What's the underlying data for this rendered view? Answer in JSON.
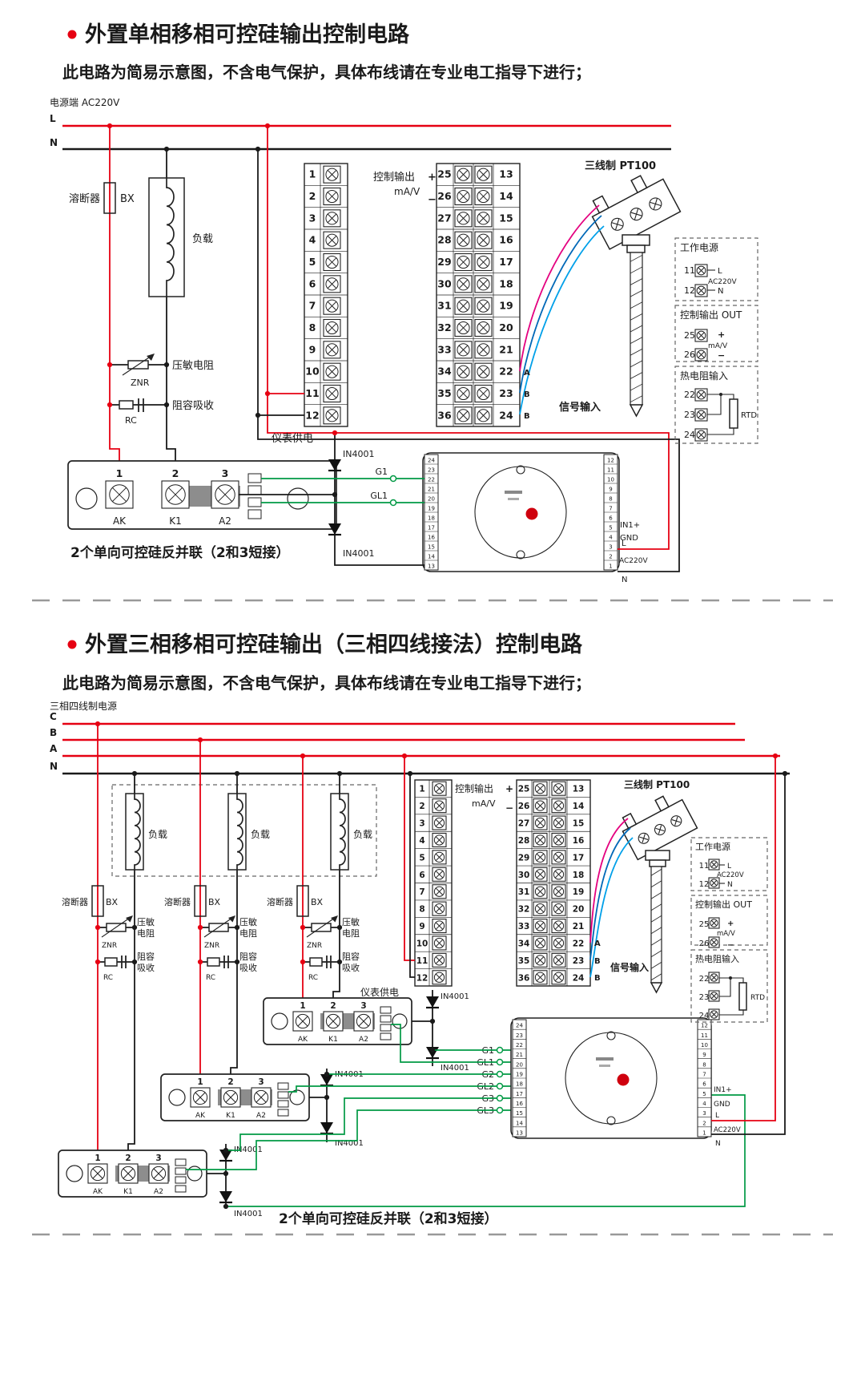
{
  "colors": {
    "red": "#e60012",
    "black": "#1a1a1a",
    "green": "#009944",
    "magenta": "#e4007f",
    "blue": "#0068b7",
    "cyan": "#00a0e9"
  },
  "shared": {
    "subtitle": "此电路为简易示意图，不含电气保护，具体布线请在专业电工指导下进行；",
    "fuse_label": "溶断器",
    "fuse_code": "BX",
    "load_label": "负载",
    "znr_label": "压敏电阻",
    "znr_l1": "压敏",
    "znr_l2": "电阻",
    "znr_code": "ZNR",
    "rc_label": "阻容吸收",
    "rc_l1": "阻容",
    "rc_l2": "吸收",
    "rc_code": "RC",
    "meter_supply": "仪表供电",
    "ctrl_out": "控制输出",
    "plus": "+",
    "minus": "−",
    "ma_v": "mA/V",
    "pt100": "三线制 PT100",
    "signal_input": "信号输入",
    "diode": "IN4001",
    "scr_caption": "2个单向可控硅反并联（2和3短接）",
    "scr_numbers": [
      "1",
      "2",
      "3"
    ],
    "scr_names": [
      "AK",
      "K1",
      "A2"
    ],
    "wire_marks": [
      "A",
      "B",
      "B"
    ]
  },
  "terminals": {
    "left": [
      "1",
      "2",
      "3",
      "4",
      "5",
      "6",
      "7",
      "8",
      "9",
      "10",
      "11",
      "12"
    ],
    "mid": [
      "25",
      "26",
      "27",
      "28",
      "29",
      "30",
      "31",
      "32",
      "33",
      "34",
      "35",
      "36"
    ],
    "right": [
      "13",
      "14",
      "15",
      "16",
      "17",
      "18",
      "19",
      "20",
      "21",
      "22",
      "23",
      "24"
    ]
  },
  "module": {
    "left_strip": "24|23|22|21|20|19|18|17|16|15|14|13",
    "right_strip": "12|11|10|9|8|7|6|5|4|3|2|1",
    "in1": "IN1+",
    "gnd": "GND",
    "l": "L",
    "ac": "AC220V",
    "n": "N"
  },
  "panel": {
    "work_title": "工作电源",
    "work_t1": "11",
    "work_t2": "12",
    "work_l": "L",
    "work_n": "N",
    "work_ac": "AC220V",
    "out_title": "控制输出 OUT",
    "out_t1": "25",
    "out_t2": "26",
    "out_plus": "+",
    "out_minus": "−",
    "out_ma": "mA/V",
    "rtd_title": "热电阻输入",
    "rtd_t1": "22",
    "rtd_t2": "23",
    "rtd_t3": "24",
    "rtd_code": "RTD"
  },
  "section1": {
    "title": "外置单相移相可控硅输出控制电路",
    "power_label": "电源端 AC220V",
    "line_l": "L",
    "line_n": "N",
    "g1": "G1",
    "gl1": "GL1"
  },
  "section2": {
    "title": "外置三相移相可控硅输出（三相四线接法）控制电路",
    "power_label": "三相四线制电源",
    "line_c": "C",
    "line_b": "B",
    "line_a": "A",
    "line_n": "N",
    "g_labels": [
      "G1",
      "GL1",
      "G2",
      "GL2",
      "G3",
      "GL3"
    ]
  }
}
